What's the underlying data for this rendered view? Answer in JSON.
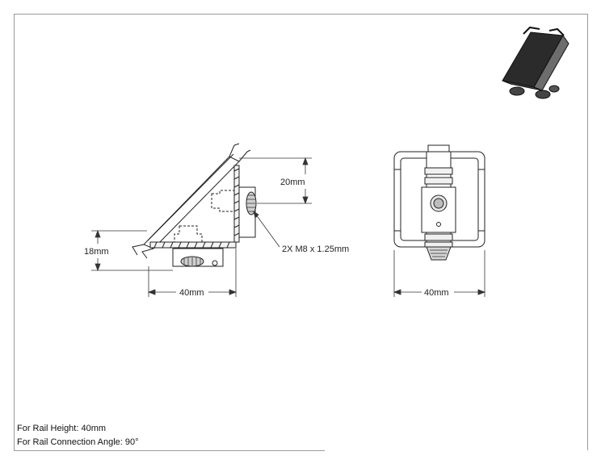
{
  "dimensions": {
    "height_20": "20mm",
    "height_18": "18mm",
    "width_side": "40mm",
    "width_front": "40mm",
    "thread_callout": "2X M8 x 1.25mm"
  },
  "notes": {
    "rail_height": "For Rail Height: 40mm",
    "connection_angle": "For Rail Connection Angle: 90°"
  },
  "icons": {
    "iso_view": "isometric-bracket-icon"
  }
}
